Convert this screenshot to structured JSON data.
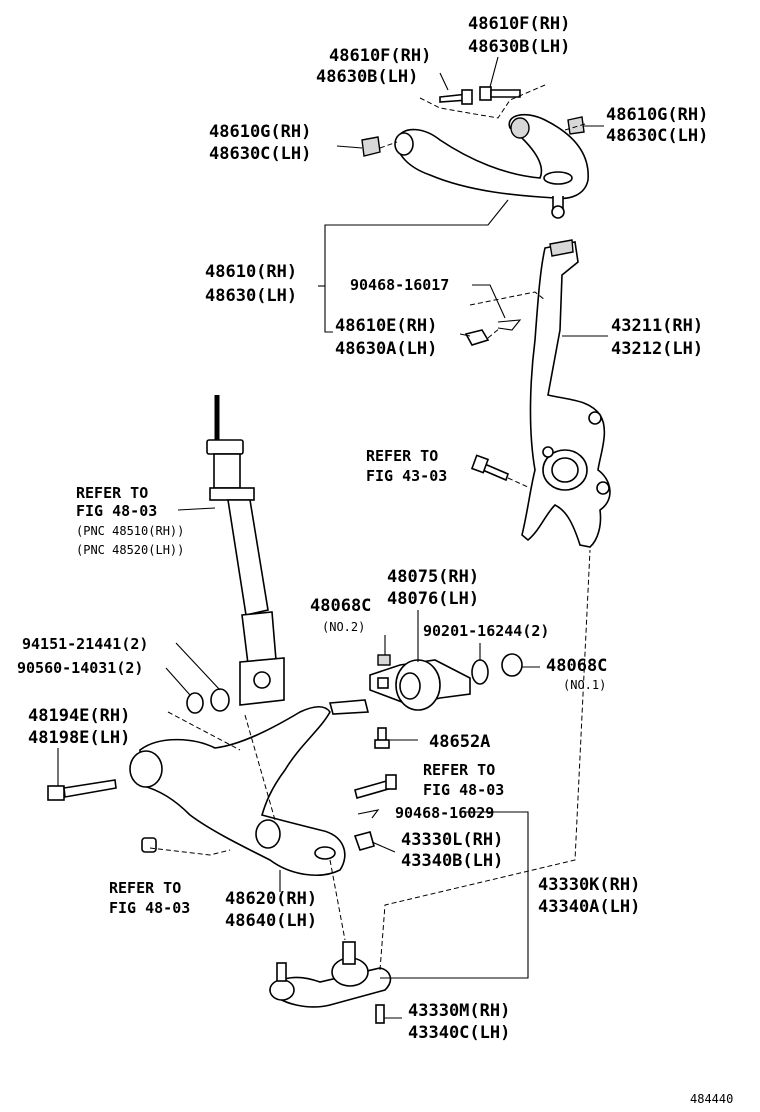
{
  "labels": {
    "upper_bolt_left": [
      "48610F(RH)",
      "48630B(LH)"
    ],
    "upper_bolt_right": [
      "48610F(RH)",
      "48630B(LH)"
    ],
    "bushing_left": [
      "48610G(RH)",
      "48630C(LH)"
    ],
    "bushing_right": [
      "48610G(RH)",
      "48630C(LH)"
    ],
    "upper_arm": [
      "48610(RH)",
      "48630(LH)"
    ],
    "pin_upper": "90468-16017",
    "nut_upper": [
      "48610E(RH)",
      "48630A(LH)"
    ],
    "knuckle": [
      "43211(RH)",
      "43212(LH)"
    ],
    "refer_43": [
      "REFER TO",
      "FIG 43-03"
    ],
    "shock_ref": [
      "REFER TO",
      "FIG 48-03",
      "(PNC 48510(RH))",
      "(PNC 48520(LH))"
    ],
    "bracket": [
      "48075(RH)",
      "48076(LH)"
    ],
    "cushion_no2": "48068C",
    "no2": "(NO.2)",
    "washer": "90201-16244(2)",
    "cushion_no1": "48068C",
    "no1": "(NO.1)",
    "bolt_94151": "94151-21441(2)",
    "nut_90560": "90560-14031(2)",
    "lower_bolt": [
      "48194E(RH)",
      "48198E(LH)"
    ],
    "bolt_48652": "48652A",
    "refer_48_mid": [
      "REFER TO",
      "FIG 48-03"
    ],
    "pin_lower": "90468-16029",
    "nut_lower": [
      "43330L(RH)",
      "43340B(LH)"
    ],
    "refer_48_low": [
      "REFER TO",
      "FIG 48-03"
    ],
    "lower_arm": [
      "48620(RH)",
      "48640(LH)"
    ],
    "ball_joint": [
      "43330K(RH)",
      "43340A(LH)"
    ],
    "bj_bolt": [
      "43330M(RH)",
      "43340C(LH)"
    ],
    "figure_number": "484440"
  }
}
